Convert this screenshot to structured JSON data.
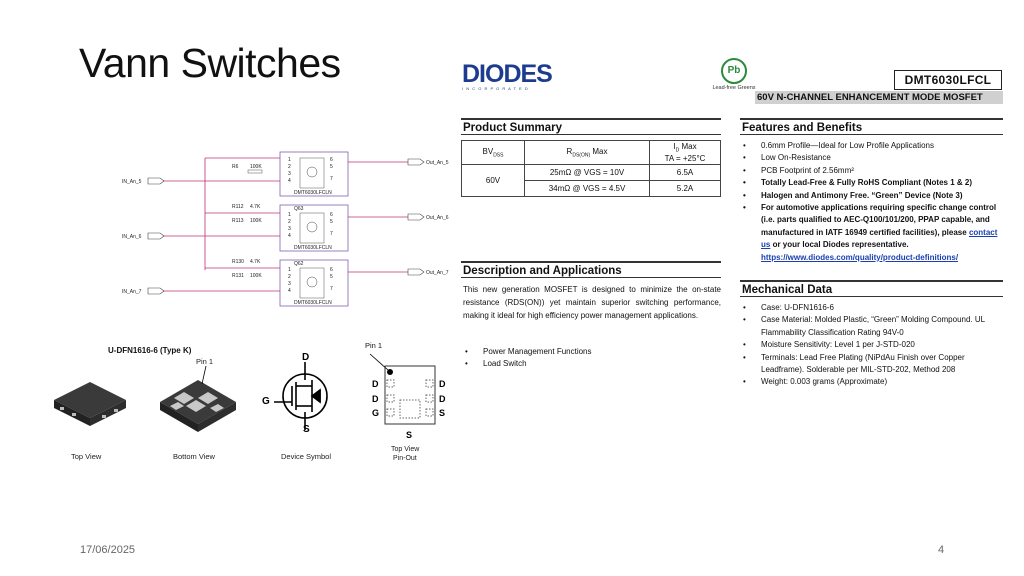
{
  "slide": {
    "title": "Vann Switches",
    "date": "17/06/2025",
    "page_number": "4"
  },
  "schematic": {
    "channels": [
      {
        "input": "IN_An_5",
        "output": "Out_An_5",
        "r_top_name": "R6",
        "r_top_value": "100K",
        "chip": "DMT6030LFCLN",
        "ref": ""
      },
      {
        "input": "IN_An_6",
        "output": "Out_An_6",
        "r_top_name": "R112",
        "r_top_value": "4.7K",
        "r_bot_name": "R113",
        "r_bot_value": "100K",
        "chip": "DMT6030LFCLN",
        "ref": "Q63"
      },
      {
        "input": "IN_An_7",
        "output": "Out_An_7",
        "r_top_name": "R130",
        "r_top_value": "4.7K",
        "r_bot_name": "R131",
        "r_bot_value": "100K",
        "chip": "DMT6030LFCLN",
        "ref": "Q62"
      }
    ],
    "pins_left": [
      "1",
      "2",
      "3",
      "4"
    ],
    "pins_right": [
      "6",
      "5",
      "7"
    ]
  },
  "package": {
    "title": "U-DFN1616-6 (Type K)",
    "pin1_label": "Pin 1",
    "captions": {
      "top_view": "Top View",
      "bottom_view": "Bottom View",
      "device_symbol": "Device Symbol",
      "top_view_pinout_1": "Top View",
      "top_view_pinout_2": "Pin-Out"
    },
    "symbol_labels": {
      "d": "D",
      "g": "G",
      "s": "S"
    },
    "pinout": {
      "left": [
        "D",
        "D",
        "G"
      ],
      "right": [
        "D",
        "D",
        "S"
      ],
      "bottom": "S"
    }
  },
  "datasheet": {
    "brand": "DIODES",
    "brand_sub": "I N C O R P O R A T E D",
    "pb_badge": "Pb",
    "pb_caption": "Lead-free Greens",
    "part_number": "DMT6030LFCL",
    "part_subtitle": "60V N-CHANNEL ENHANCEMENT MODE MOSFET",
    "product_summary": {
      "heading": "Product Summary",
      "col1_header": "BV",
      "col1_sub": "DSS",
      "col2_header": "R",
      "col2_sub": "DS(ON)",
      "col2_tail": " Max",
      "col3_header_1": "I",
      "col3_sub": "D",
      "col3_tail": " Max",
      "col3_header_2": "TA = +25°C",
      "bv": "60V",
      "rows": [
        {
          "rds": "25mΩ @ VGS = 10V",
          "id": "6.5A"
        },
        {
          "rds": "34mΩ @ VGS = 4.5V",
          "id": "5.2A"
        }
      ]
    },
    "description": {
      "heading": "Description and Applications",
      "text": "This new generation MOSFET is designed to minimize the on-state resistance (RDS(ON)) yet maintain superior switching performance, making it ideal for high efficiency power management applications.",
      "applications": [
        "Power Management Functions",
        "Load Switch"
      ]
    },
    "features": {
      "heading": "Features and Benefits",
      "items": [
        "0.6mm Profile—Ideal for Low Profile Applications",
        "Low On-Resistance",
        "PCB Footprint of 2.56mm²",
        "Totally Lead-Free & Fully RoHS Compliant (Notes 1 & 2)",
        "Halogen and Antimony Free. “Green” Device (Note 3)",
        "For automotive applications requiring specific change control (i.e. parts qualified to AEC-Q100/101/200, PPAP capable, and manufactured in IATF 16949 certified facilities), please",
        "contact us",
        "or your local Diodes representative.",
        "https://www.diodes.com/quality/product-definitions/"
      ]
    },
    "mechanical": {
      "heading": "Mechanical Data",
      "items": [
        "Case: U-DFN1616-6",
        "Case Material: Molded Plastic, “Green” Molding Compound. UL Flammability Classification Rating 94V-0",
        "Moisture Sensitivity: Level 1 per J-STD-020",
        "Terminals: Lead Free Plating (NiPdAu Finish over Copper Leadframe). Solderable per MIL-STD-202, Method 208",
        "Weight: 0.003 grams (Approximate)"
      ]
    }
  }
}
